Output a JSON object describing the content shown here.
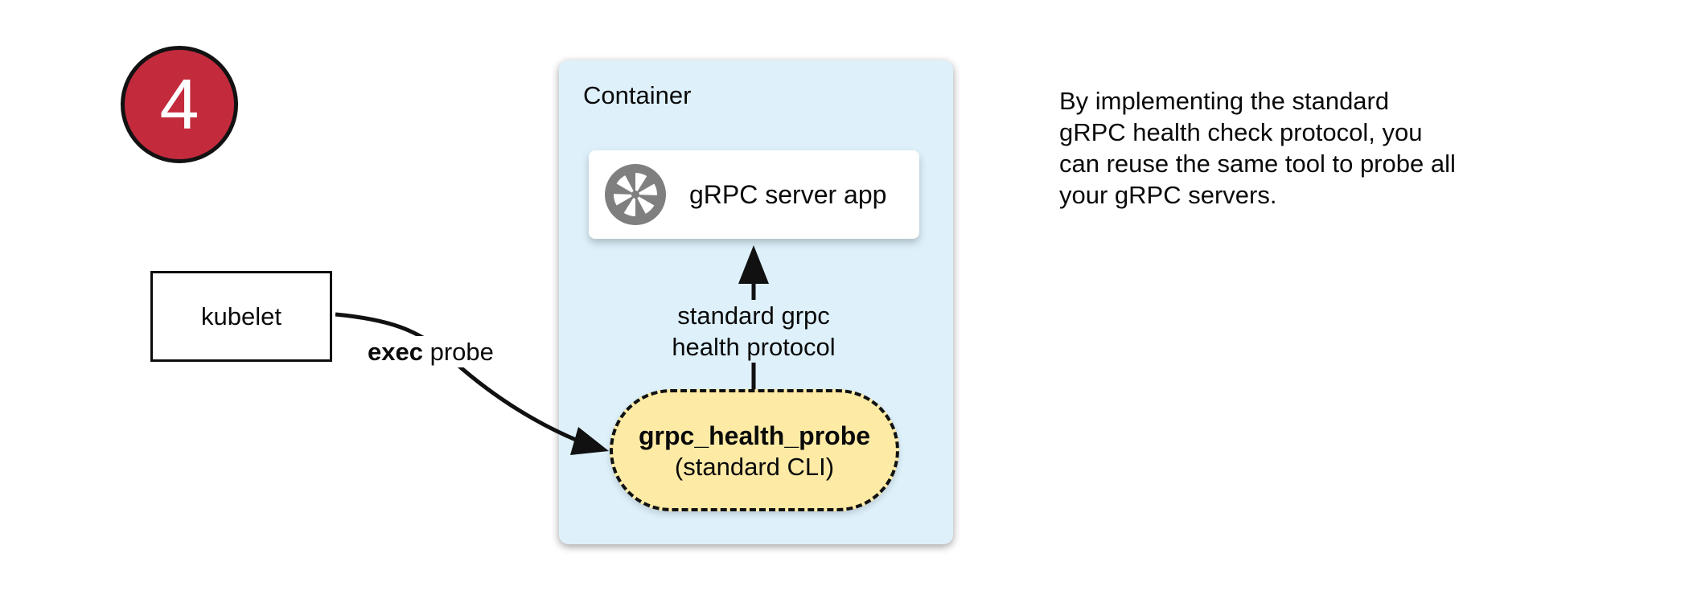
{
  "colors": {
    "step_red": "#C32B3D",
    "container_blue": "#DEF1FB",
    "probe_yellow": "#FCEAA5",
    "icon_gray": "#7F7F7F",
    "line_black": "#111111"
  },
  "badge": {
    "number": "4"
  },
  "kubelet": {
    "label": "kubelet"
  },
  "exec_probe": {
    "bold": "exec",
    "rest": " probe"
  },
  "container": {
    "title": "Container",
    "server_app": {
      "label": "gRPC server app",
      "icon": "aperture-icon"
    },
    "health_probe": {
      "name": "grpc_health_probe",
      "subtitle": "(standard CLI)"
    },
    "protocol_label": {
      "line1": "standard grpc",
      "line2": "health protocol"
    }
  },
  "note": {
    "lines": [
      "By implementing the standard",
      "gRPC health check protocol, you",
      "can reuse the same tool to probe all",
      "your gRPC servers."
    ]
  }
}
